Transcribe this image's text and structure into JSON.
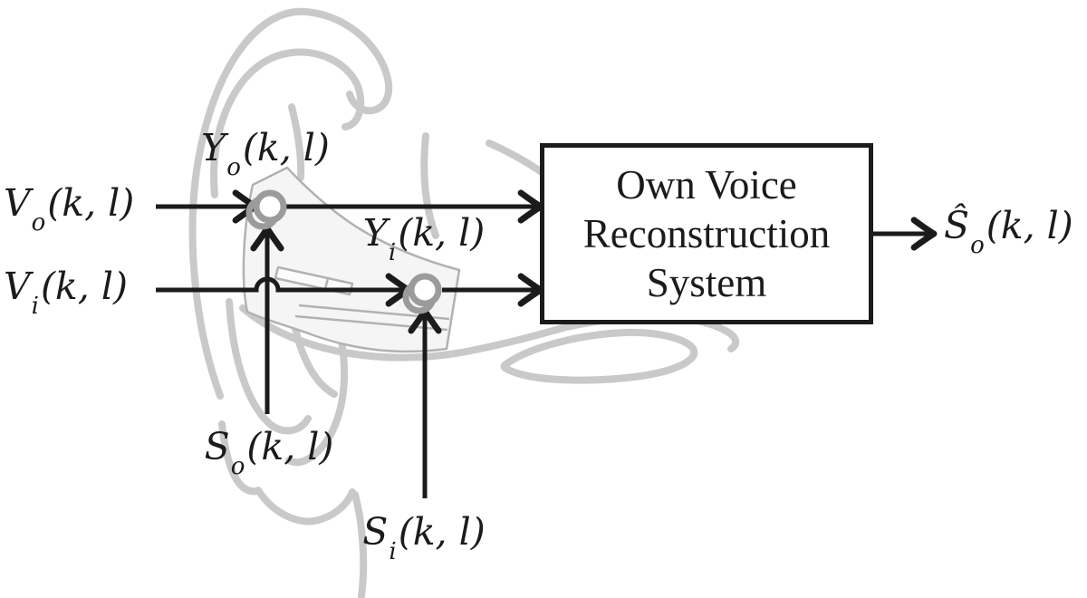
{
  "diagram": {
    "figure_type": "block-diagram",
    "block": {
      "line1": "Own Voice",
      "line2": "Reconstruction",
      "line3": "System"
    },
    "labels": {
      "input_outer": {
        "base": "V",
        "sub": "o",
        "args": "(k, l)"
      },
      "input_inner": {
        "base": "V",
        "sub": "i",
        "args": "(k, l)"
      },
      "mic_outer": {
        "base": "Y",
        "sub": "o",
        "args": "(k, l)"
      },
      "mic_inner": {
        "base": "Y",
        "sub": "i",
        "args": "(k, l)"
      },
      "speech_outer": {
        "base": "S",
        "sub": "o",
        "args": "(k, l)"
      },
      "speech_inner": {
        "base": "S",
        "sub": "i",
        "args": "(k, l)"
      },
      "output": {
        "base": "Ŝ",
        "sub": "o",
        "args": "(k, l)"
      }
    },
    "icons": {
      "microphone_outer": "mic-circle-icon",
      "microphone_inner": "mic-circle-icon",
      "background": "ear-sketch",
      "device": "earbud-outline"
    },
    "colors": {
      "line": "#1b1b1b",
      "sketch": "#c9c9c9",
      "mic_ring": "#9b9b9b",
      "earbud_fill": "#f5f5f5",
      "earbud_outline": "#b2b2b2"
    }
  }
}
